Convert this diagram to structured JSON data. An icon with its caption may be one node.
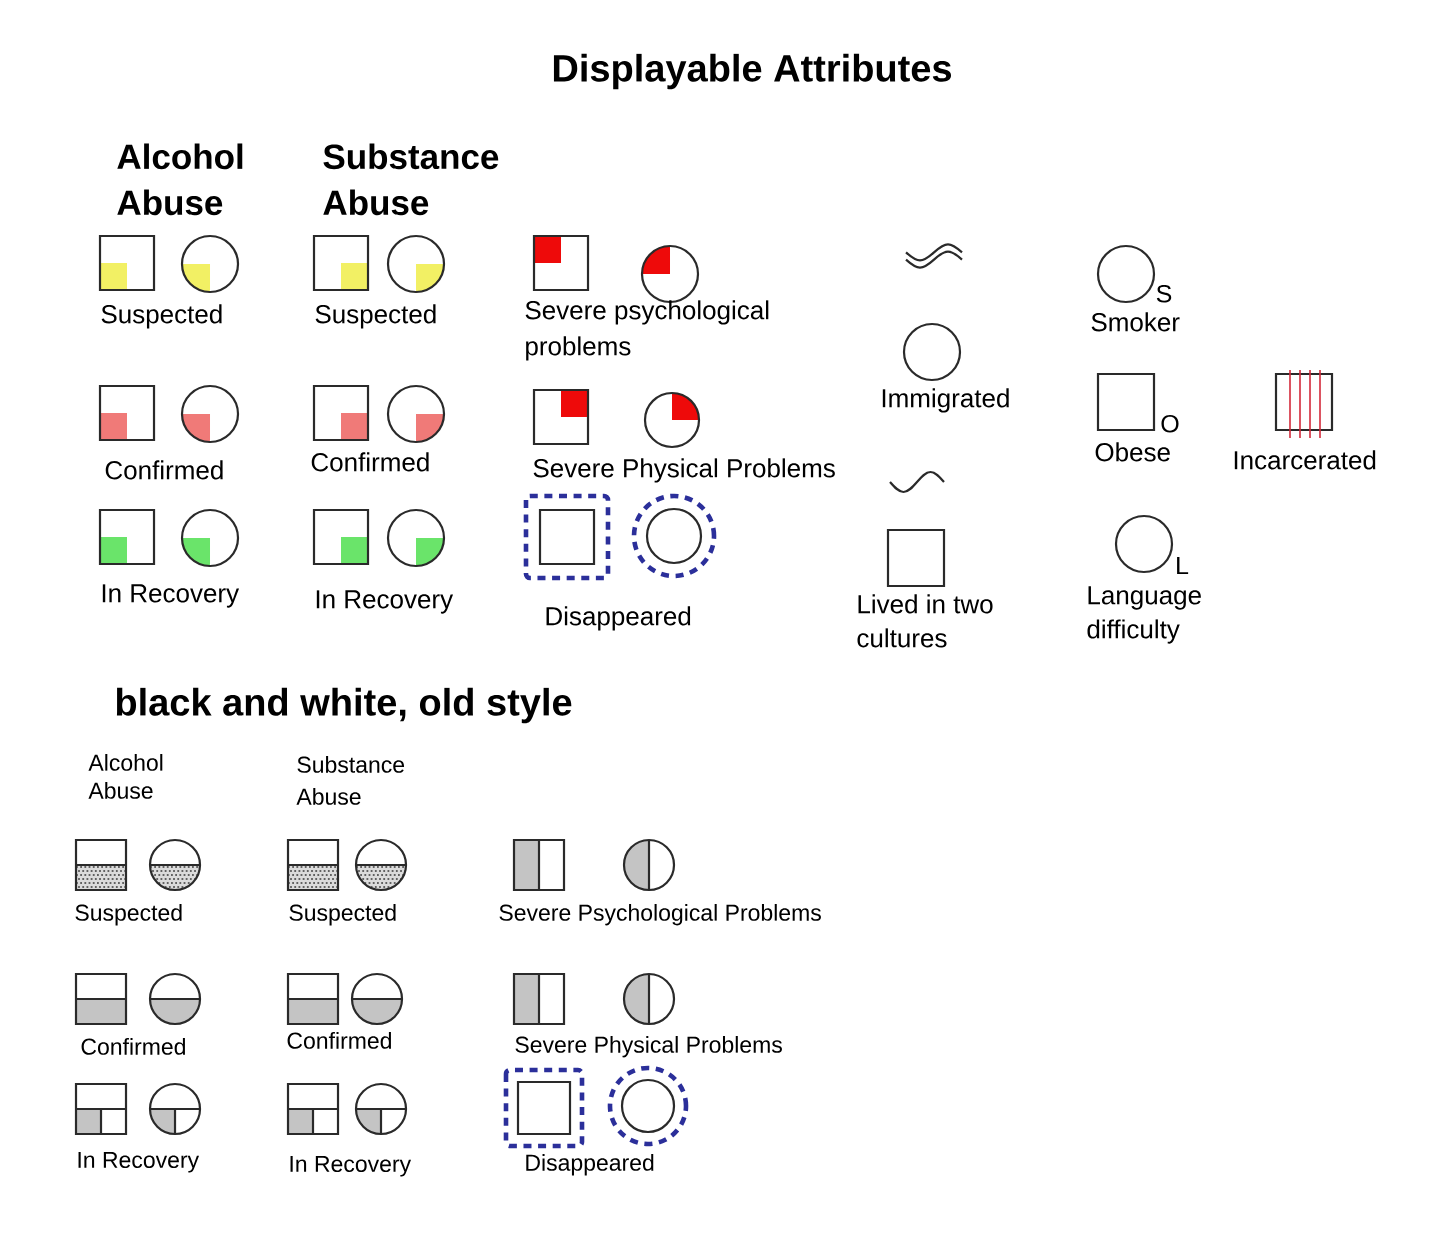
{
  "diagram": {
    "title": "Displayable Attributes",
    "labels": [
      "Alcohol Abuse",
      "Substance Abuse",
      "S",
      "O",
      "L",
      "black and white, old style",
      "Alcohol Abuse",
      "Substance Abuse"
    ],
    "legend": [
      {
        "text": "Suspected"
      },
      {
        "text": "Suspected"
      },
      {
        "text": "Severe psychological problems"
      },
      {
        "text": "Immigrated"
      },
      {
        "text": "Smoker"
      },
      {
        "text": "Confirmed"
      },
      {
        "text": "Confirmed"
      },
      {
        "text": "Severe Physical Problems"
      },
      {
        "text": "Obese"
      },
      {
        "text": "Incarcerated"
      },
      {
        "text": "In Recovery"
      },
      {
        "text": "In Recovery"
      },
      {
        "text": "Disappeared"
      },
      {
        "text": "Lived in two cultures"
      },
      {
        "text": "Language difficulty"
      },
      {
        "text": "Suspected"
      },
      {
        "text": "Suspected"
      },
      {
        "text": "Severe Psychological Problems"
      },
      {
        "text": "Confirmed"
      },
      {
        "text": "Confirmed"
      },
      {
        "text": "Severe Physical Problems"
      },
      {
        "text": "In Recovery"
      },
      {
        "text": "In Recovery"
      },
      {
        "text": "Disappeared"
      }
    ]
  }
}
